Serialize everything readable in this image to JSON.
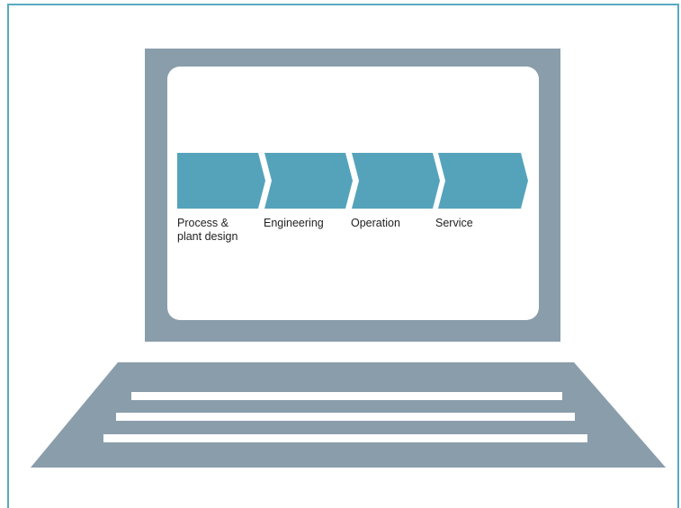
{
  "colors": {
    "frame_border": "#5aa9c3",
    "laptop_body": "#8a9dab",
    "chevron_fill": "#55a3bb",
    "screen_bg": "#ffffff"
  },
  "process_stages": [
    {
      "label": "Process &\nplant design"
    },
    {
      "label": "Engineering"
    },
    {
      "label": "Operation"
    },
    {
      "label": "Service"
    }
  ]
}
